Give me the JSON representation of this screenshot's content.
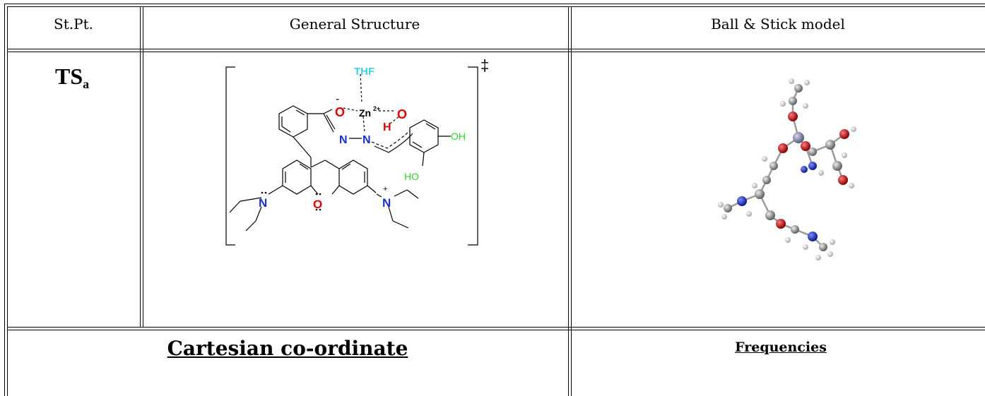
{
  "table": {
    "headers": [
      "St.Pt.",
      "General Structure",
      "Ball & Stick model"
    ],
    "row1": {
      "stpt_main": "TS",
      "stpt_sub": "a"
    },
    "row2": {
      "left": "Cartesian co-ordinate",
      "right": "Frequencies"
    }
  },
  "structure": {
    "dagger": "‡",
    "thf": "THF",
    "zn": "Zn",
    "zn_charge": "2+",
    "o_minus": "O",
    "minus": "-",
    "o_right": "O",
    "h": "H",
    "n1": "N",
    "n2": "N",
    "oh": "OH",
    "ho": "HO",
    "n_left": "N",
    "n_right": "N",
    "plus": "+",
    "o_ring": "O",
    "colors": {
      "thf": "#3fd0e8",
      "oxygen": "#e00000",
      "nitrogen": "#1a2fd0",
      "hydroxyl": "#2fd22f",
      "bond": "#000000"
    }
  },
  "model_colors": {
    "carbon": "#8a8a8a",
    "hydrogen": "#e6e6e6",
    "oxygen": "#d40000",
    "nitrogen": "#1a2fc8",
    "zinc": "#8c8cab"
  }
}
